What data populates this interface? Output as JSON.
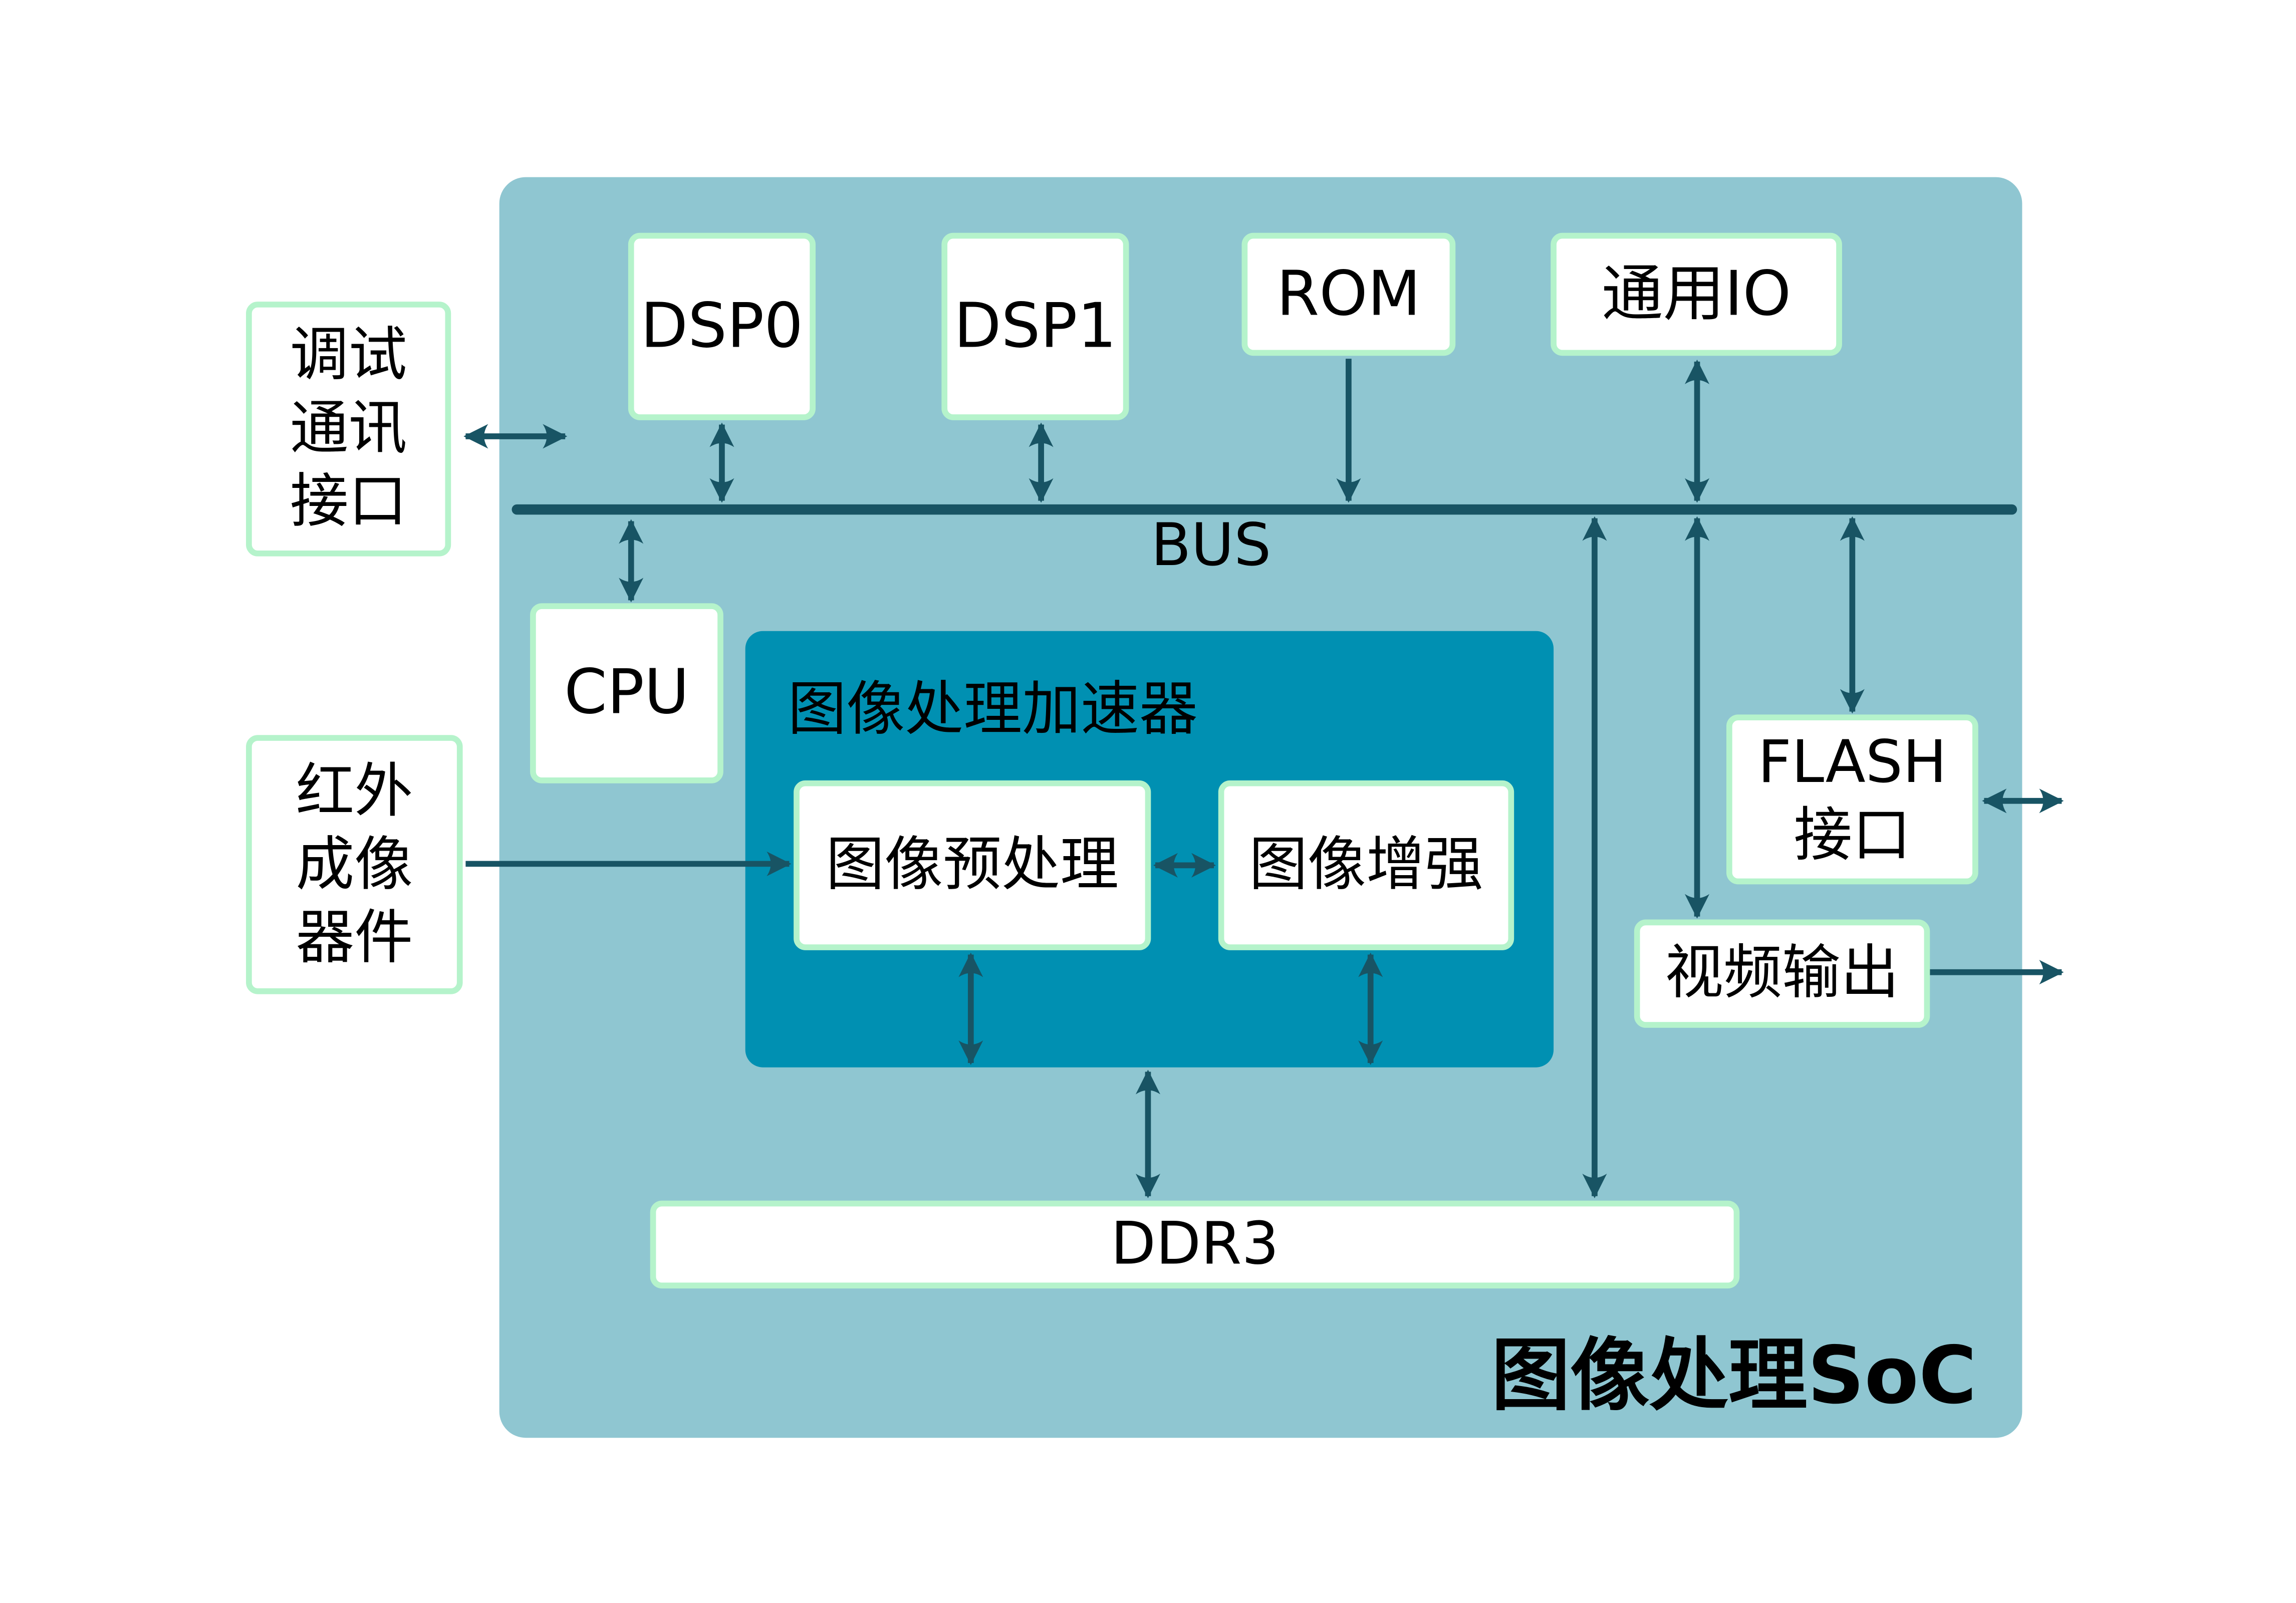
{
  "colors": {
    "soc_background": "#8FC6D1",
    "accelerator_background": "#0090B2",
    "box_border": "#B5F3CB",
    "box_fill": "#FFFFFF",
    "arrow": "#185464"
  },
  "soc": {
    "title": "图像处理SoC",
    "bus_label": "BUS"
  },
  "external": {
    "debug": [
      "调试",
      "通讯",
      "接口"
    ],
    "ir_sensor": [
      "红外",
      "成像",
      "器件"
    ]
  },
  "blocks": {
    "dsp0": "DSP0",
    "dsp1": "DSP1",
    "rom": "ROM",
    "gpio": "通用IO",
    "cpu": "CPU",
    "flash": [
      "FLASH",
      "接口"
    ],
    "video_out": "视频输出",
    "ddr3": "DDR3"
  },
  "accelerator": {
    "title": "图像处理加速器",
    "preprocess": "图像预处理",
    "enhance": "图像增强"
  },
  "connections": [
    {
      "from": "调试通讯接口",
      "to": "BUS",
      "direction": "bidirectional"
    },
    {
      "from": "DSP0",
      "to": "BUS",
      "direction": "bidirectional"
    },
    {
      "from": "DSP1",
      "to": "BUS",
      "direction": "bidirectional"
    },
    {
      "from": "ROM",
      "to": "BUS",
      "direction": "one-way"
    },
    {
      "from": "通用IO",
      "to": "BUS",
      "direction": "bidirectional"
    },
    {
      "from": "CPU",
      "to": "BUS",
      "direction": "bidirectional"
    },
    {
      "from": "BUS",
      "to": "DDR3",
      "direction": "bidirectional"
    },
    {
      "from": "BUS",
      "to": "视频输出",
      "direction": "bidirectional"
    },
    {
      "from": "BUS",
      "to": "FLASH接口",
      "direction": "bidirectional"
    },
    {
      "from": "红外成像器件",
      "to": "图像预处理",
      "direction": "one-way"
    },
    {
      "from": "图像预处理",
      "to": "图像增强",
      "direction": "bidirectional"
    },
    {
      "from": "图像预处理",
      "to": "图像处理加速器",
      "direction": "bidirectional"
    },
    {
      "from": "图像增强",
      "to": "图像处理加速器",
      "direction": "bidirectional"
    },
    {
      "from": "图像处理加速器",
      "to": "DDR3",
      "direction": "bidirectional"
    },
    {
      "from": "FLASH接口",
      "to": "external",
      "direction": "bidirectional"
    },
    {
      "from": "视频输出",
      "to": "external",
      "direction": "one-way"
    }
  ]
}
